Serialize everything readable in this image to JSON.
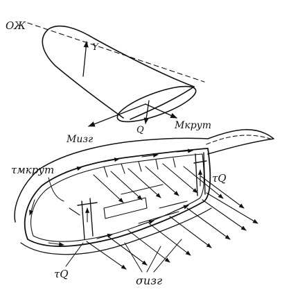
{
  "labels": {
    "axis": "ОЖ",
    "y_force": "Y",
    "shear_force": "Q",
    "torque_moment": "Mкрут",
    "bending_moment": "Mизг",
    "torsion_shear": "τмкрут",
    "shear_stress_right": "τQ",
    "shear_stress_left": "τQ",
    "bending_stress": "σизг"
  },
  "colors": {
    "ink": "#111111",
    "paper": "#ffffff"
  }
}
